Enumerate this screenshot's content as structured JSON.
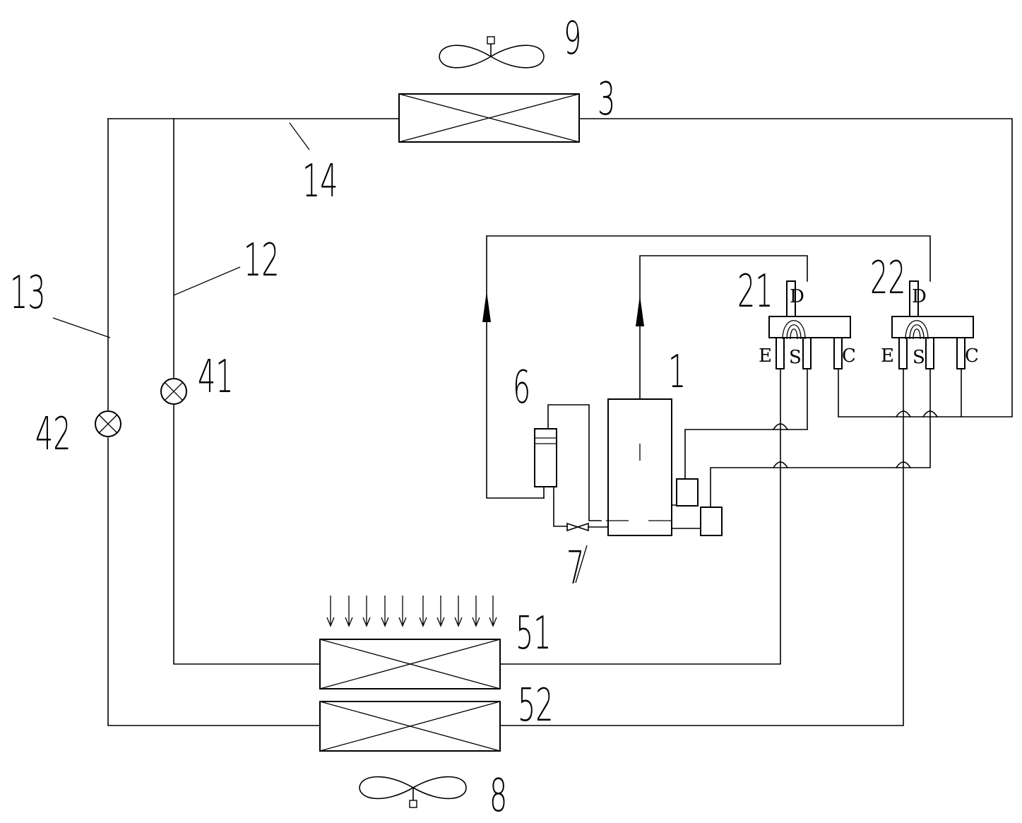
{
  "labels": {
    "fan_upper": "9",
    "condenser": "3",
    "pipe_14": "14",
    "pipe_12": "12",
    "pipe_13": "13",
    "valve_41": "41",
    "valve_42": "42",
    "compressor": "1",
    "component_6": "6",
    "valve_7": "7",
    "unit_21": "21",
    "unit_22": "22",
    "evaporator_51": "51",
    "evaporator_52": "52",
    "fan_lower": "8"
  },
  "ports": {
    "d": "D",
    "e": "E",
    "s": "S",
    "c": "C"
  },
  "colors": {
    "line": "#000000",
    "background": "#ffffff"
  }
}
